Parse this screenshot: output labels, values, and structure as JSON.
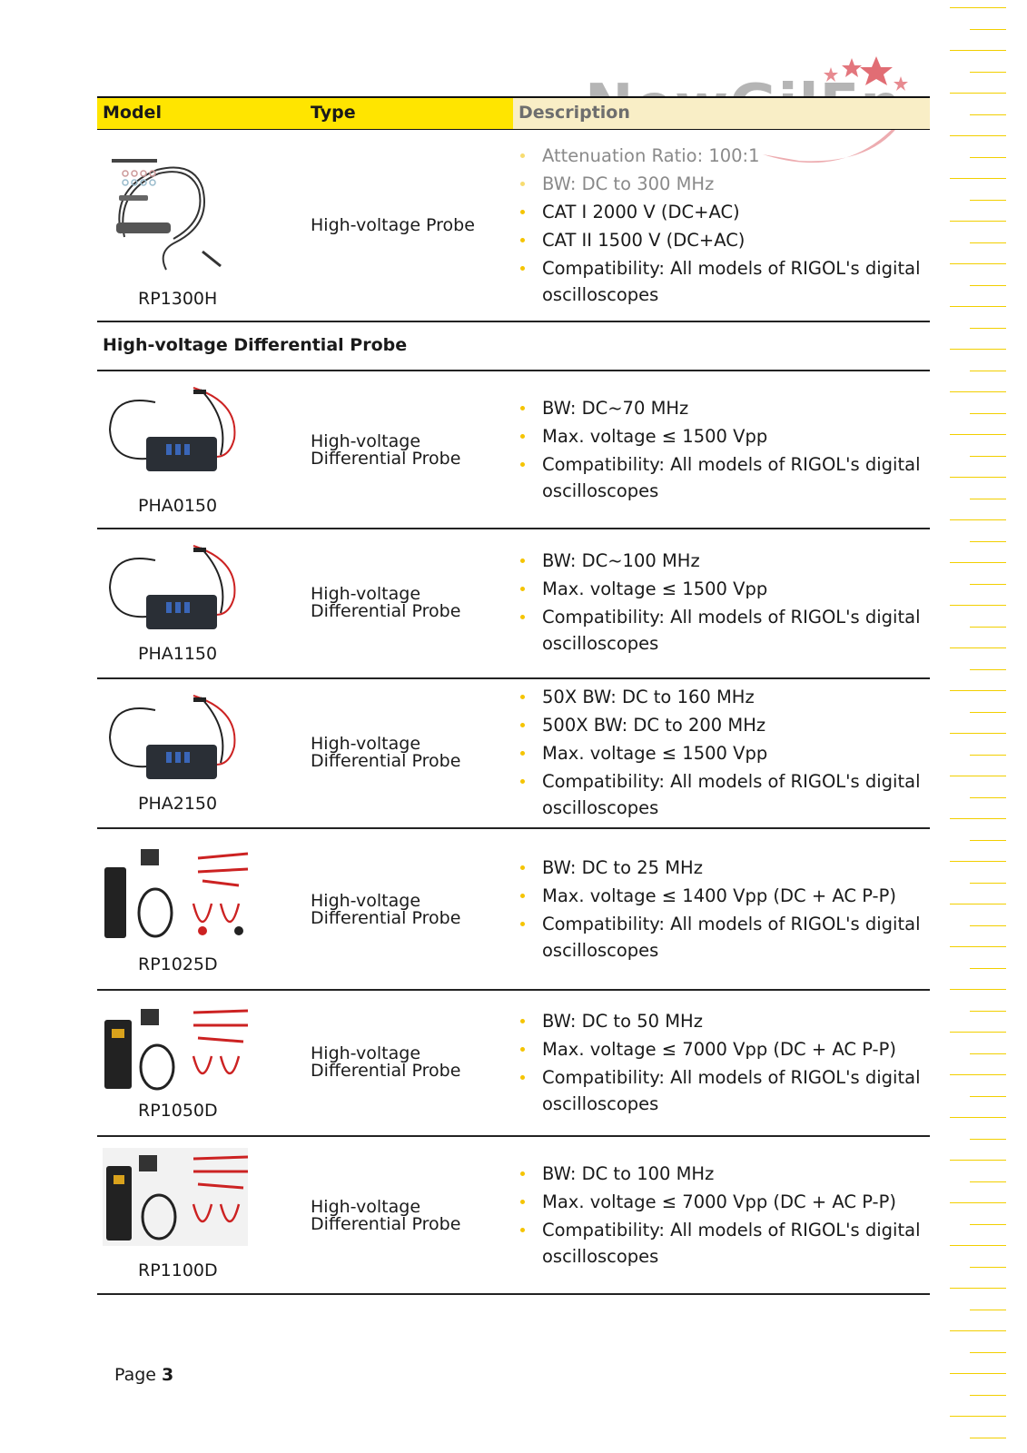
{
  "watermark": {
    "text": "NewGilEn"
  },
  "table": {
    "headers": {
      "model": "Model",
      "type": "Type",
      "description": "Description"
    },
    "rows": [
      {
        "model": "RP1300H",
        "type": "High-voltage Probe",
        "description": [
          "Attenuation Ratio: 100:1",
          "BW: DC to 300 MHz",
          "CAT I 2000 V (DC+AC)",
          "CAT II 1500 V (DC+AC)",
          "Compatibility: All models of RIGOL's digital oscilloscopes"
        ]
      }
    ],
    "section_title": "High-voltage Differential Probe",
    "diff_rows": [
      {
        "model": "PHA0150",
        "type": "High-voltage Differential Probe",
        "type_lines": [
          "High-voltage",
          "Differential Probe"
        ],
        "description": [
          "BW: DC~70 MHz",
          "Max. voltage ≤ 1500 Vpp",
          "Compatibility: All models of RIGOL's digital oscilloscopes"
        ]
      },
      {
        "model": "PHA1150",
        "type_lines": [
          "High-voltage",
          "Differential Probe"
        ],
        "description": [
          "BW: DC~100 MHz",
          "Max. voltage ≤ 1500 Vpp",
          "Compatibility: All models of RIGOL's digital oscilloscopes"
        ]
      },
      {
        "model": "PHA2150",
        "type_lines": [
          "High-voltage",
          "Differential Probe"
        ],
        "description": [
          "50X BW: DC to 160 MHz",
          "500X BW: DC to 200 MHz",
          "Max. voltage ≤ 1500 Vpp",
          "Compatibility: All models of RIGOL's digital oscilloscopes"
        ]
      },
      {
        "model": "RP1025D",
        "type_lines": [
          "High-voltage",
          "Differential Probe"
        ],
        "description": [
          "BW: DC to 25 MHz",
          "Max. voltage ≤ 1400 Vpp (DC + AC P-P)",
          "Compatibility: All models of RIGOL's digital oscilloscopes"
        ]
      },
      {
        "model": "RP1050D",
        "type_lines": [
          "High-voltage",
          "Differential Probe"
        ],
        "description": [
          "BW: DC to 50 MHz",
          "Max. voltage ≤ 7000 Vpp (DC + AC P-P)",
          "Compatibility: All models of RIGOL's digital oscilloscopes"
        ]
      },
      {
        "model": "RP1100D",
        "type_lines": [
          "High-voltage",
          "Differential Probe"
        ],
        "description": [
          "BW: DC to 100 MHz",
          "Max. voltage ≤ 7000 Vpp (DC + AC P-P)",
          "Compatibility: All models of RIGOL's digital oscilloscopes"
        ]
      }
    ]
  },
  "footer": {
    "page_label": "Page",
    "page_number": "3"
  },
  "colors": {
    "accent": "#ffe500",
    "stripe": "#f2cf00",
    "bullet": "#f5c400"
  }
}
